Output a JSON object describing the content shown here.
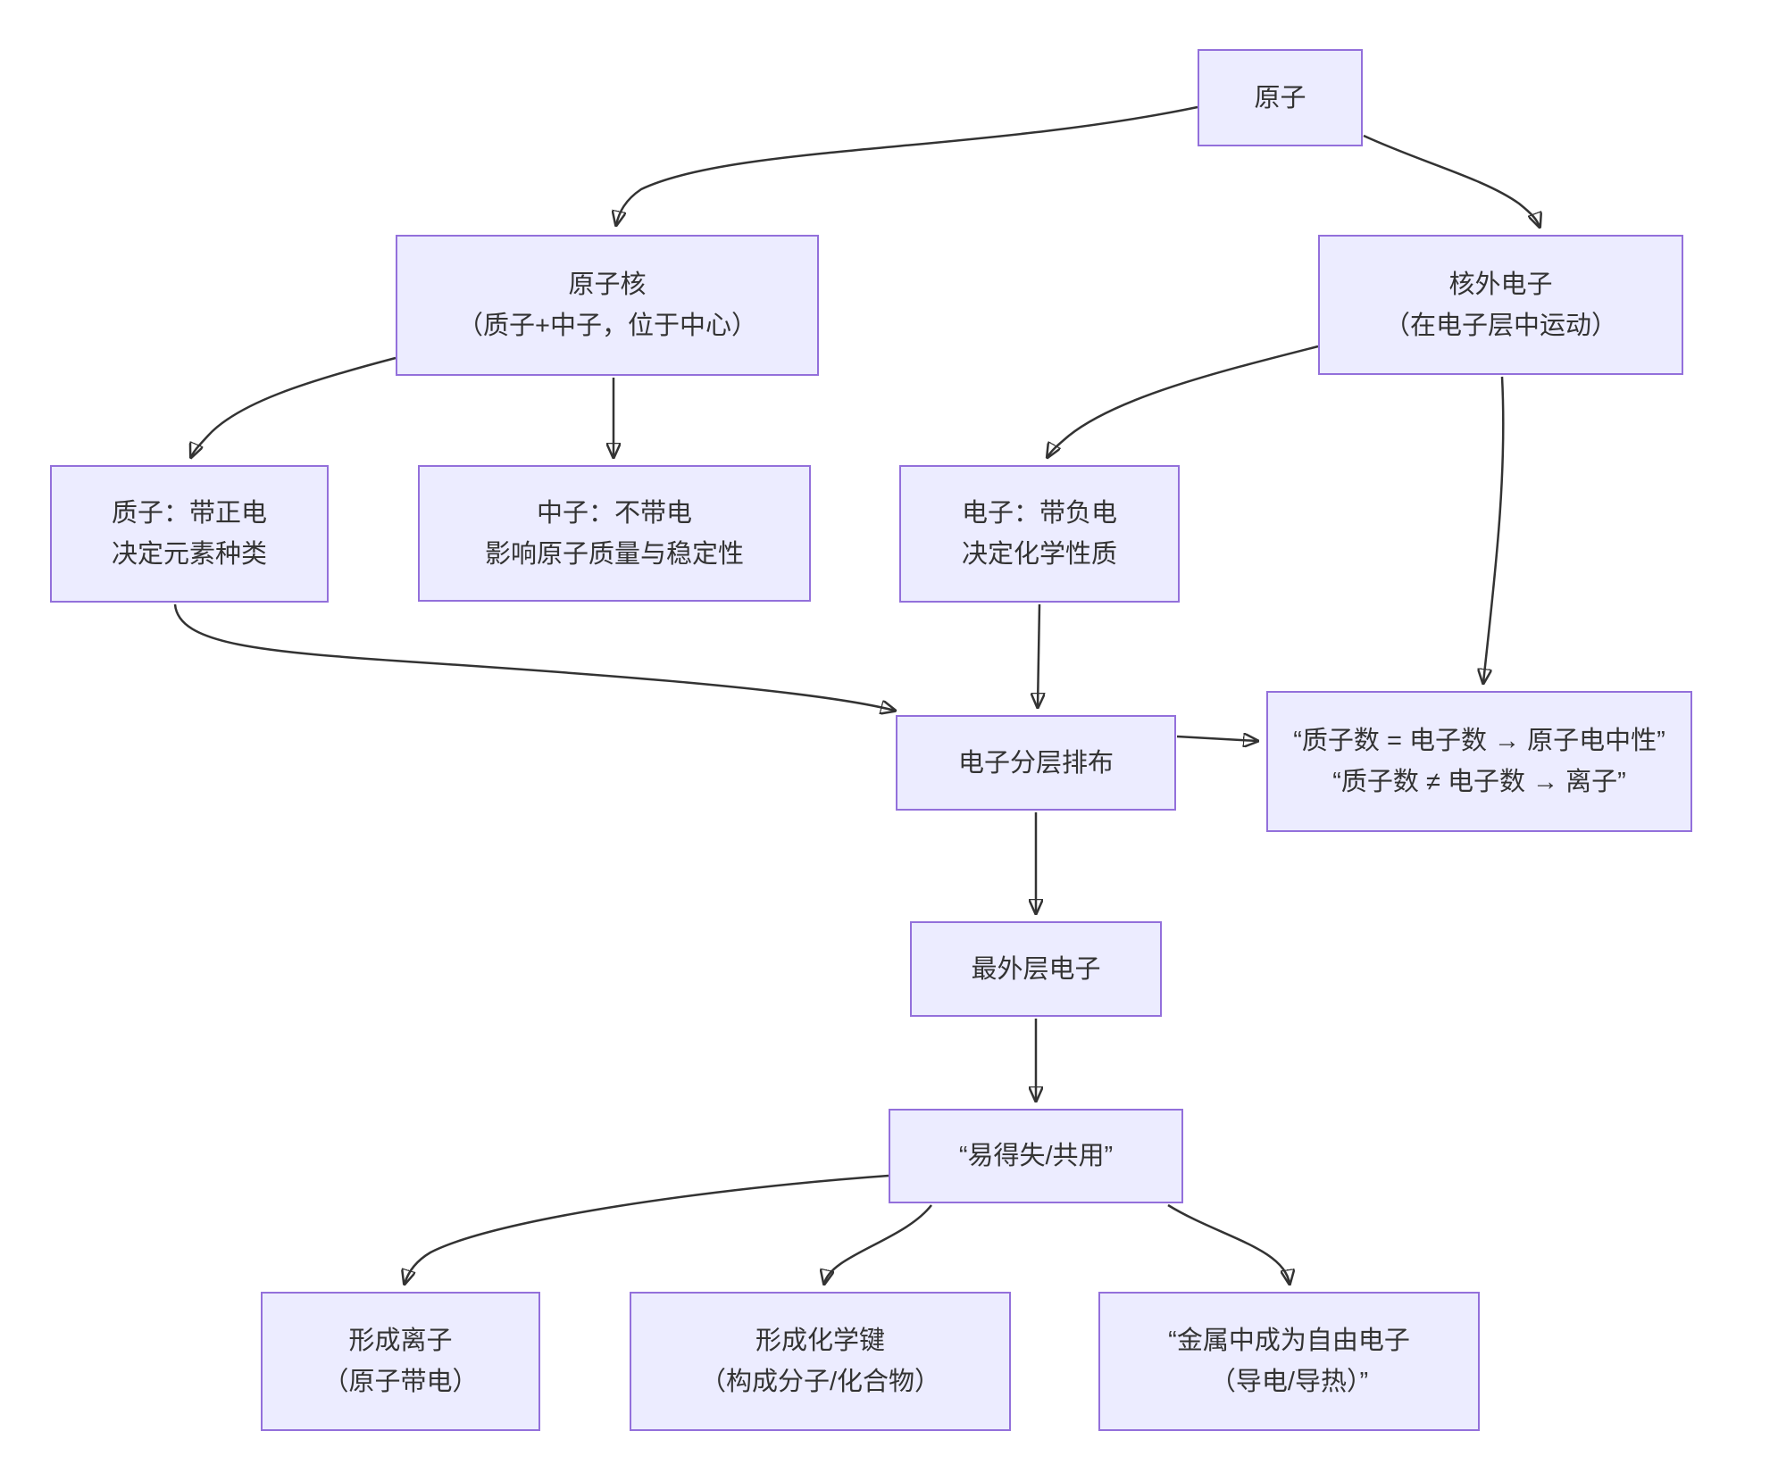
{
  "diagram": {
    "type": "flowchart",
    "background_color": "#ffffff",
    "node_fill_color": "#ECECFF",
    "node_border_color": "#9370DB",
    "edge_color": "#333333",
    "text_color": "#333333"
  },
  "nodes": {
    "atom": {
      "lines": [
        "原子"
      ]
    },
    "nucleus": {
      "lines": [
        "原子核",
        "（质子+中子，位于中心）"
      ]
    },
    "outer_electrons": {
      "lines": [
        "核外电子",
        "（在电子层中运动）"
      ]
    },
    "proton": {
      "lines": [
        "质子：带正电",
        "决定元素种类"
      ]
    },
    "neutron": {
      "lines": [
        "中子：不带电",
        "影响原子质量与稳定性"
      ]
    },
    "electron": {
      "lines": [
        "电子：带负电",
        "决定化学性质"
      ]
    },
    "shells": {
      "lines": [
        "电子分层排布"
      ]
    },
    "charge_rule": {
      "lines": [
        "“质子数 = 电子数 → 原子电中性”",
        "“质子数 ≠ 电子数 → 离子”"
      ]
    },
    "outermost": {
      "lines": [
        "最外层电子"
      ]
    },
    "gain_lose": {
      "lines": [
        "“易得失/共用”"
      ]
    },
    "ion": {
      "lines": [
        "形成离子",
        "（原子带电）"
      ]
    },
    "bond": {
      "lines": [
        "形成化学键",
        "（构成分子/化合物）"
      ]
    },
    "metal": {
      "lines": [
        "“金属中成为自由电子",
        "（导电/导热）”"
      ]
    }
  },
  "edges": [
    {
      "from": "原子",
      "to": "原子核"
    },
    {
      "from": "原子",
      "to": "核外电子"
    },
    {
      "from": "原子核",
      "to": "质子：带正电"
    },
    {
      "from": "原子核",
      "to": "中子：不带电"
    },
    {
      "from": "核外电子",
      "to": "电子：带负电"
    },
    {
      "from": "核外电子",
      "to": "质子数与电子数规则"
    },
    {
      "from": "质子：带正电",
      "to": "电子分层排布"
    },
    {
      "from": "电子：带负电",
      "to": "电子分层排布"
    },
    {
      "from": "电子分层排布",
      "to": "质子数与电子数规则"
    },
    {
      "from": "电子分层排布",
      "to": "最外层电子"
    },
    {
      "from": "最外层电子",
      "to": "易得失/共用"
    },
    {
      "from": "易得失/共用",
      "to": "形成离子"
    },
    {
      "from": "易得失/共用",
      "to": "形成化学键"
    },
    {
      "from": "易得失/共用",
      "to": "金属中成为自由电子"
    }
  ]
}
